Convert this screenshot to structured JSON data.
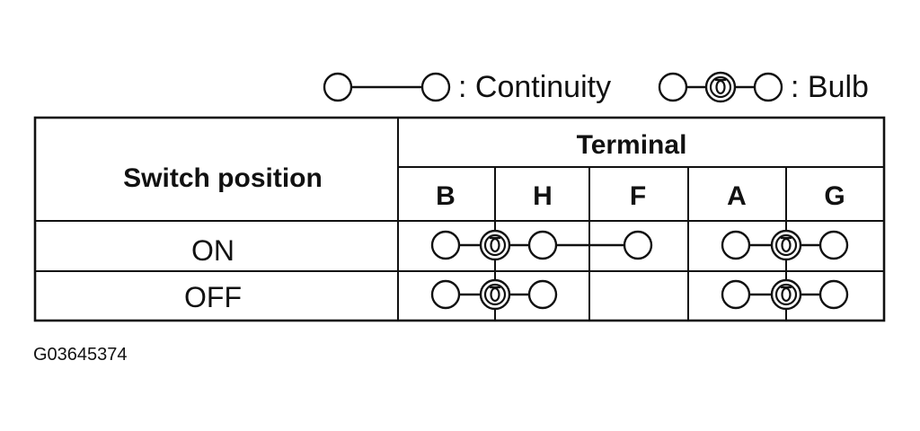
{
  "legend": {
    "continuity_label": ": Continuity",
    "bulb_label": ": Bulb"
  },
  "table": {
    "header_switch": "Switch position",
    "header_terminal": "Terminal",
    "terminals": [
      "B",
      "H",
      "F",
      "A",
      "G"
    ],
    "rows": [
      {
        "position": "ON",
        "connections": [
          {
            "type": "bulb",
            "from": "B",
            "to": "H"
          },
          {
            "type": "continuity",
            "from": "H",
            "to": "F"
          },
          {
            "type": "bulb",
            "from": "A",
            "to": "G"
          }
        ]
      },
      {
        "position": "OFF",
        "connections": [
          {
            "type": "bulb",
            "from": "B",
            "to": "H"
          },
          {
            "type": "bulb",
            "from": "A",
            "to": "G"
          }
        ]
      }
    ]
  },
  "figure_code": "G03645374"
}
